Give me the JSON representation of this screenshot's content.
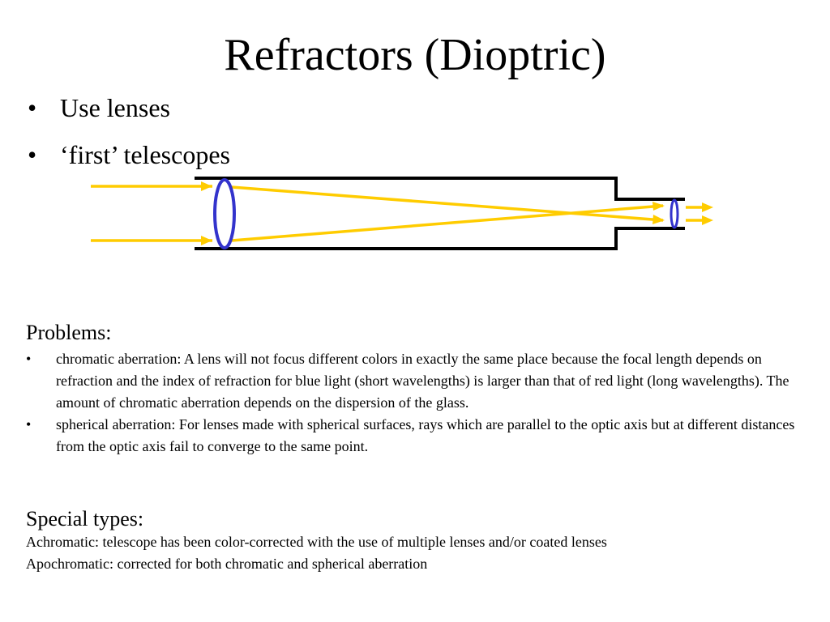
{
  "slide": {
    "title": "Refractors (Dioptric)",
    "bullets": [
      {
        "marker": "•",
        "text": "Use lenses"
      },
      {
        "marker": "•",
        "text": "‘first’ telescopes"
      }
    ]
  },
  "diagram": {
    "colors": {
      "tube": "#000000",
      "lens": "#3333cc",
      "ray": "#ffcc00"
    }
  },
  "problems": {
    "heading": "Problems:",
    "items": [
      {
        "marker": "•",
        "text": "chromatic aberration: A lens will not focus different colors in exactly the same place because the focal length depends on refraction and the index of refraction for blue light (short wavelengths) is larger than that of red light (long wavelengths). The amount of chromatic aberration depends on the dispersion of the glass."
      },
      {
        "marker": "•",
        "text": "spherical aberration: For lenses made with spherical surfaces, rays which are parallel to the optic axis but at different distances from the optic axis fail to converge to the same point."
      }
    ]
  },
  "special_types": {
    "heading": "Special types:",
    "lines": [
      "Achromatic: telescope has been color-corrected with the use of multiple lenses and/or coated lenses",
      "Apochromatic: corrected for both chromatic and spherical aberration"
    ]
  }
}
